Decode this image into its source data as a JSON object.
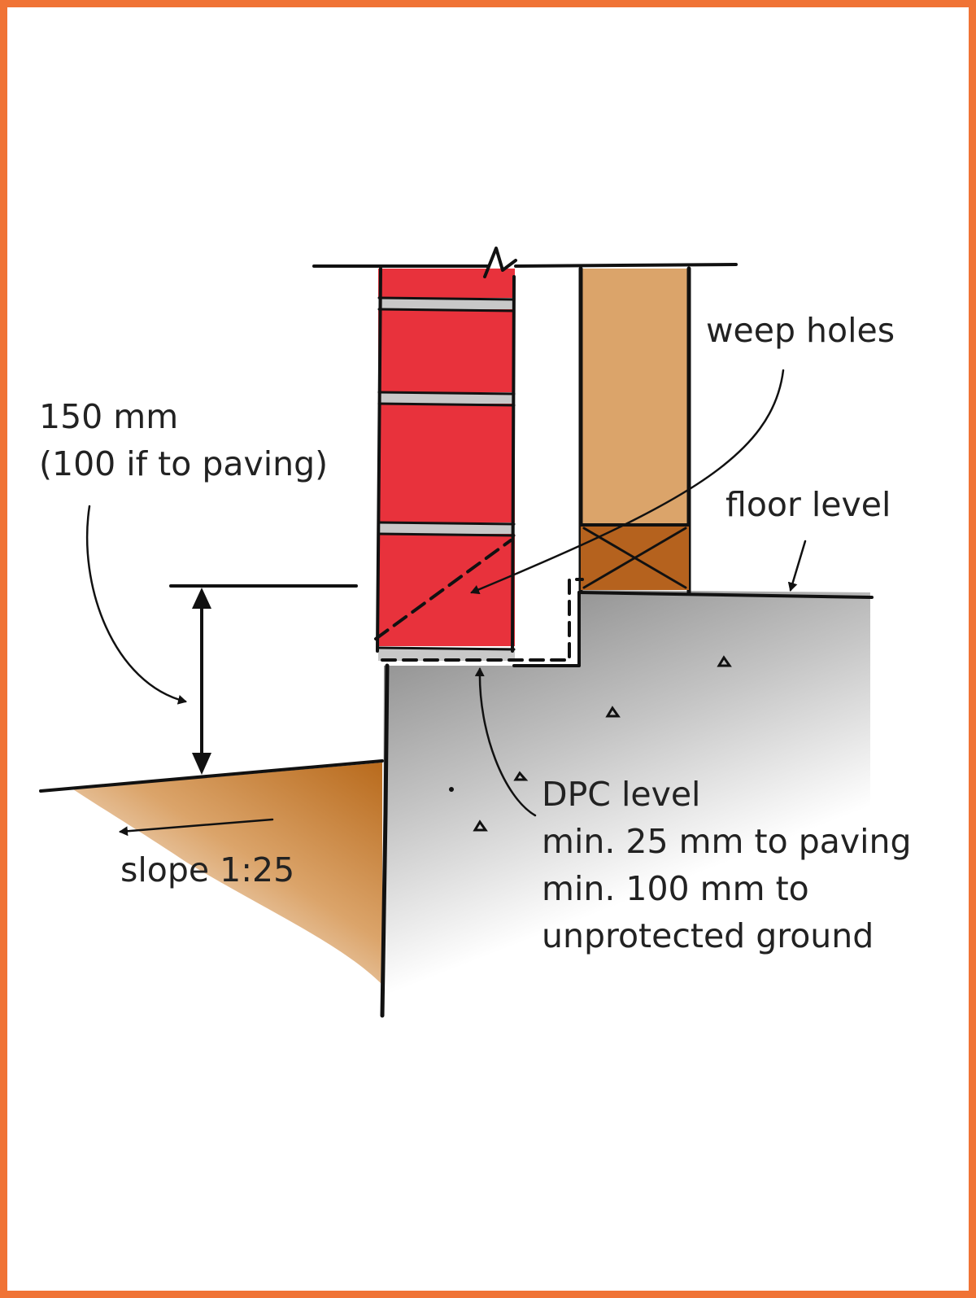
{
  "labels": {
    "weep_holes": "weep holes",
    "height_line1": "150 mm",
    "height_line2": "(100 if to paving)",
    "floor_level": "floor level",
    "dpc_line1": "DPC level",
    "dpc_line2": "min. 25 mm to paving",
    "dpc_line3": "min. 100 mm to",
    "dpc_line4": "unprotected ground",
    "slope": "slope 1:25"
  },
  "colors": {
    "frame": "#f07335",
    "brick": "#e8323c",
    "mortar": "#c8c8c8",
    "timber_frame": "#dba46a",
    "bottom_plate": "#b5621e",
    "soil": "#c17a2c",
    "concrete": "#8a8a8a",
    "ink": "#111111"
  }
}
